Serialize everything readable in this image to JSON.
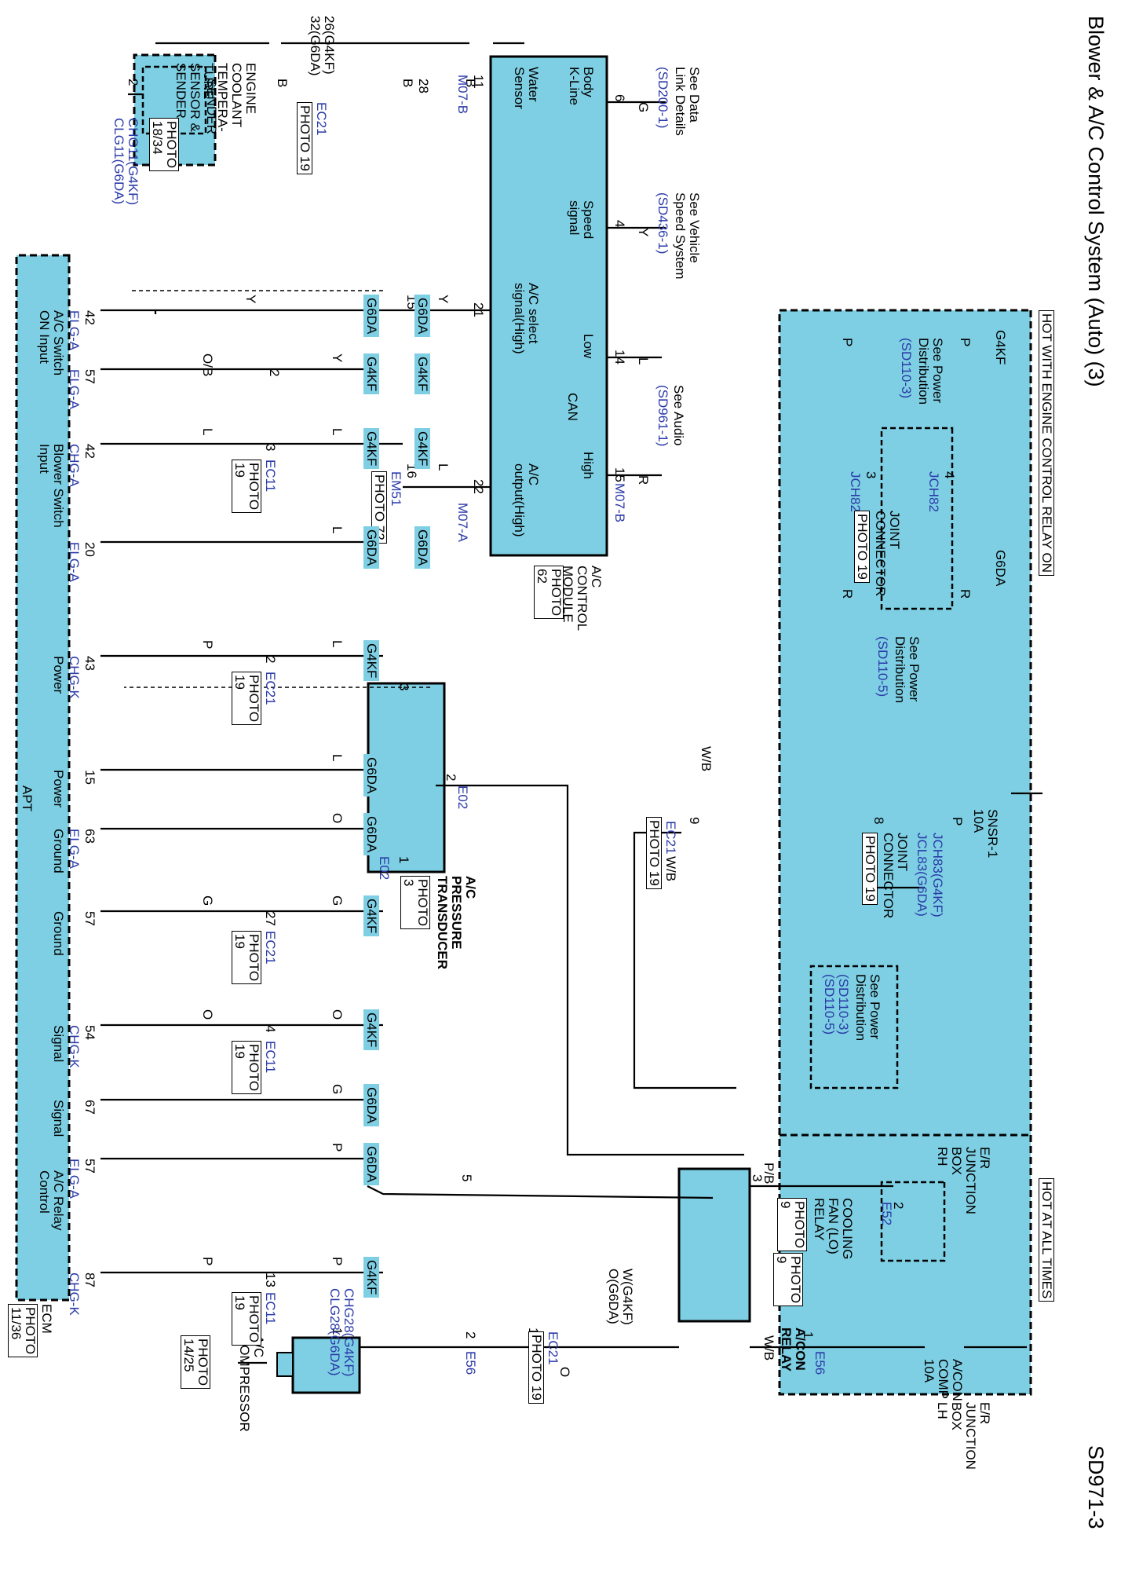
{
  "header": {
    "title": "Blower & A/C Control System (Auto) (3)",
    "page_code": "SD971-3"
  },
  "supply": {
    "hot_with_engine_relay": "HOT WITH ENGINE CONTROL RELAY ON",
    "hot_at_all_times": "HOT AT ALL TIMES"
  },
  "ejb_rh": {
    "label": "E/R\nJUNCTION\nBOX\nRH",
    "g4kf": "G4KF",
    "g6da": "G6DA",
    "jch82_top": "JCH82",
    "jch82_left": "JCH82",
    "pin3": "3",
    "pin4": "4",
    "wire_p1": "P",
    "wire_p2": "P",
    "wire_r1": "R",
    "wire_r2": "R",
    "power_dist_1": "See Power\nDistribution",
    "power_dist_1_ref": "(SD110-3)",
    "power_dist_2": "See Power\nDistribution",
    "power_dist_2_ref": "(SD110-5)",
    "joint_connector": "JOINT\nCONNECTOR",
    "joint_photo": "PHOTO 19",
    "fuse_name": "SNSR-1\n10A",
    "jch83": "JCH83(G4KF)",
    "jcl83": "JCL83(G6DA)",
    "joint_connector_2": "JOINT\nCONNECTOR",
    "joint_photo_2": "PHOTO 19",
    "pin8": "8",
    "wire_p3": "P",
    "power_dist_3": "See Power\nDistribution",
    "power_dist_3_ref": "(SD110-3)\n(SD110-5)"
  },
  "ec21_wb": {
    "pin": "9",
    "wire_in": "W/B",
    "wire_out": "W/B",
    "connector": "EC21",
    "photo": "PHOTO 19"
  },
  "ejb_lh": {
    "label": "E/R\nJUNCTION\nBOX\nLH",
    "fuse_name": "A/CON\nCOMP\n10A",
    "e56_1": "E56",
    "e56_2": "E56",
    "e52": "E52",
    "pin_1": "1",
    "pin_2": "2",
    "pin_3": "3",
    "pin_5": "5",
    "pin_2b": "2",
    "wire_wb": "W/B",
    "wire_pb": "P/B",
    "relay_label": "A/CON\nRELAY",
    "relay_photo": "PHOTO\n9",
    "fan_relay_label": "COOLING\nFAN (LO)\nRELAY",
    "fan_relay_photo": "PHOTO\n9"
  },
  "ec21_o": {
    "pin": "15",
    "wire": "O",
    "connector": "EC21",
    "photo": "PHOTO 19"
  },
  "compressor": {
    "pin": "1",
    "wire": "W(G4KF)\nO(G6DA)",
    "conn_blue": "CHG28(G4KF)\nCLG28(G6DA)",
    "label": "A/C\nCOMPRESSOR",
    "photo": "PHOTO\n14/25"
  },
  "sender": {
    "label": "ENGINE\nCOOLANT\nTEMPERA-\nTURE\nSENSOR &\nSENDER",
    "sender_label": "SENDER",
    "photo": "PHOTO\n18/34",
    "pin": "2",
    "conn_blue": "CHG11(G4KF)\nCLG11(G6DA)",
    "wire_b1": "B",
    "wire_b2": "B",
    "wire_b3": "B",
    "ec21_pins": "26(G4KF)\n32(G6DA)",
    "ec21": "EC21",
    "ec21_photo": "PHOTO 19",
    "pin28": "28"
  },
  "acm": {
    "label": "A/C\nCONTROL\nMODULE",
    "photo": "PHOTO\n62",
    "body_kline": "Body\nK-Line",
    "speed_signal": "Speed\nsignal",
    "water_sensor": "Water\nSensor",
    "ac_select": "A/C select\nsignal(High)",
    "ac_output": "A/C\noutput(High)",
    "can": "CAN",
    "can_low": "Low",
    "can_high": "High",
    "pin6": "6",
    "pin4": "4",
    "pin14": "14",
    "pin15": "15",
    "pin11": "11",
    "pin21": "21",
    "pin22": "22",
    "m07b_1": "M07-B",
    "m07b_2": "M07-B",
    "m07a": "M07-A",
    "wire_g": "G",
    "wire_y": "Y",
    "wire_l": "L",
    "wire_r": "R",
    "see_data_link": "See Data\nLink Details",
    "see_data_link_ref": "(SD200-1)",
    "see_speed": "See Vehicle\nSpeed System",
    "see_speed_ref": "(SD436-1)",
    "see_audio": "See Audio",
    "see_audio_ref": "(SD961-1)"
  },
  "em51": {
    "pin15": "15",
    "pin16": "16",
    "connector": "EM51",
    "photo": "PHOTO 72",
    "wire_y": "Y",
    "wire_l": "L"
  },
  "transducer": {
    "label": "A/C\nPRESSURE\nTRANSDUCER",
    "photo": "PHOTO\n3",
    "pin1": "1",
    "pin2": "2",
    "pin3": "3",
    "e02_1": "E02",
    "e02_2": "E02"
  },
  "ecm": {
    "apt": "APT",
    "label": "ECM",
    "photo": "PHOTO\n11/36",
    "sections": [
      {
        "name": "A/C Switch\nON Input"
      },
      {
        "name": "Blower Switch\nInput"
      },
      {
        "name": "Power"
      },
      {
        "name": "Power"
      },
      {
        "name": "Ground"
      },
      {
        "name": "Ground"
      },
      {
        "name": "Signal"
      },
      {
        "name": "Signal"
      },
      {
        "name": "A/C Relay\nControl"
      }
    ],
    "rows": [
      {
        "pin": "42",
        "conn": "ELG-A",
        "tag": "G6DA",
        "wire_left": "Y",
        "wire_right": ""
      },
      {
        "pin": "57",
        "conn": "ELG-A",
        "tag": "G4KF",
        "wire_left": "O/B",
        "wire_right": "Y",
        "ec_pin": "2"
      },
      {
        "pin": "42",
        "conn": "CHG-A",
        "tag": "G4KF",
        "wire_left": "L",
        "wire_right": "L",
        "ec_pin": "3",
        "ec": "EC11",
        "ec_photo": "PHOTO\n19"
      },
      {
        "pin": "20",
        "conn": "ELG-A",
        "tag": "G6DA",
        "wire_left": "",
        "wire_right": "L"
      },
      {
        "pin": "43",
        "conn": "CHG-K",
        "tag": "G4KF",
        "wire_left": "P",
        "wire_right": "L",
        "ec_pin": "2",
        "ec": "EC21",
        "ec_photo": "PHOTO\n19"
      },
      {
        "pin": "15",
        "conn": "",
        "tag": "G6DA",
        "wire_left": "",
        "wire_right": "L"
      },
      {
        "pin": "63",
        "conn": "ELG-A",
        "tag": "G6DA",
        "wire_left": "",
        "wire_right": "O"
      },
      {
        "pin": "57",
        "conn": "",
        "tag": "G4KF",
        "wire_left": "G",
        "wire_right": "G",
        "ec_pin": "27",
        "ec": "EC21",
        "ec_photo": "PHOTO\n19"
      },
      {
        "pin": "54",
        "conn": "CHG-K",
        "tag": "G4KF",
        "wire_left": "O",
        "wire_right": "O",
        "ec_pin": "4",
        "ec": "EC11",
        "ec_photo": "PHOTO\n19"
      },
      {
        "pin": "67",
        "conn": "",
        "tag": "G6DA",
        "wire_left": "",
        "wire_right": "G"
      },
      {
        "pin": "57",
        "conn": "ELG-A",
        "tag": "G6DA",
        "wire_left": "",
        "wire_right": "P"
      },
      {
        "pin": "87",
        "conn": "CHG-K",
        "tag": "G4KF",
        "wire_left": "P",
        "wire_right": "P",
        "ec_pin": "13",
        "ec": "EC11",
        "ec_photo": "PHOTO\n19"
      }
    ],
    "upper_tags": {
      "g6da_1": "G6DA",
      "g4kf_1": "G4KF",
      "g4kf_2": "G4KF",
      "g6da_2": "G6DA"
    }
  }
}
